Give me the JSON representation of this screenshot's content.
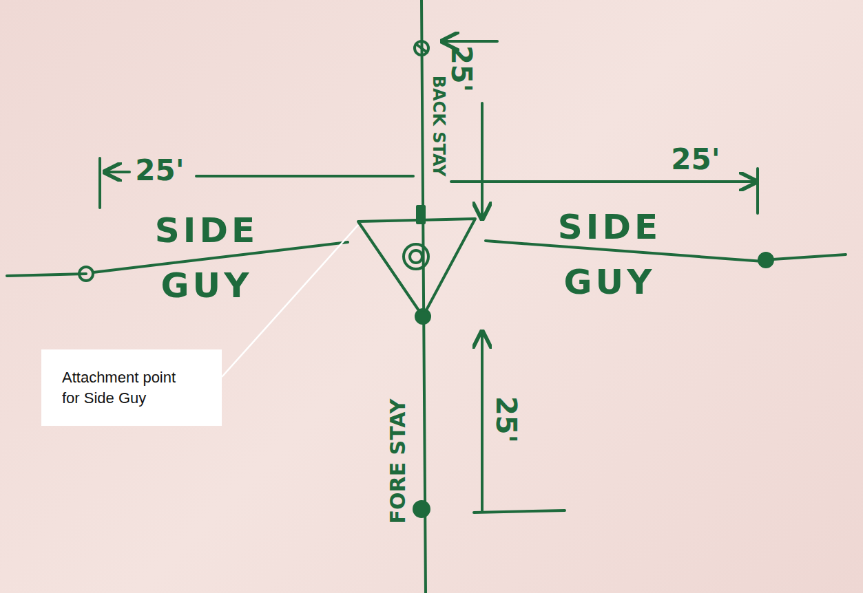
{
  "diagram": {
    "nodes": [
      {
        "text": [
          "Attachment point for Side Guy"
        ]
      }
    ],
    "labels": [
      "25'",
      "BACK STAY",
      "25'",
      "25'",
      "SIDE GUY",
      "SIDE GUY",
      "FORE STAY",
      "25'"
    ]
  }
}
